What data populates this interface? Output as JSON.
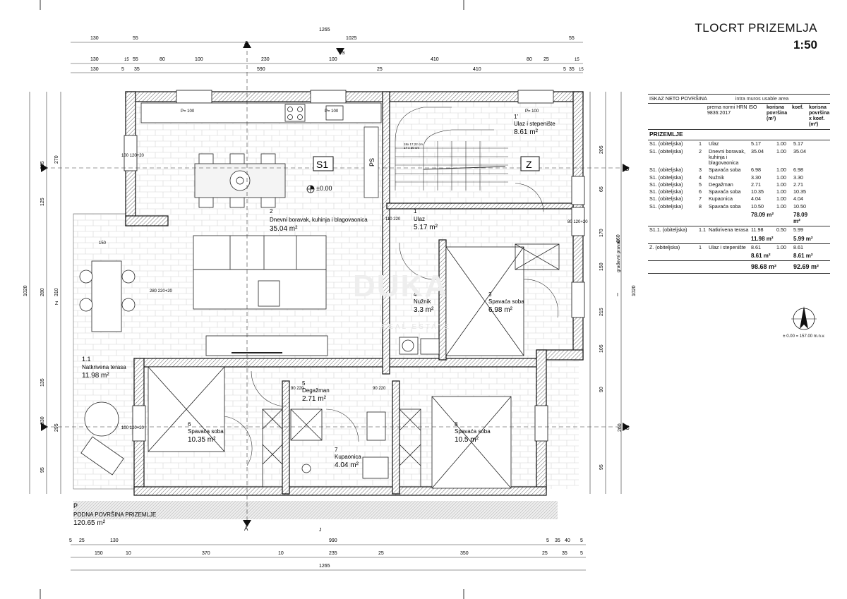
{
  "sheet": {
    "title": "TLOCRT PRIZEMLJA",
    "scale": "1:50"
  },
  "area_table": {
    "title": "ISKAZ NETO POVRŠINA",
    "subtitle": "intra muros usable area",
    "columns": [
      "prema normi HRN ISO 9836:2017",
      "korisna površina (m²)",
      "koef.",
      "korisna površina x koef.(m²)"
    ],
    "section": "PRIZEMLJE",
    "rows": [
      {
        "unit": "S1. (obiteljska)",
        "no": "1",
        "name": "Ulaz",
        "area": "5.17",
        "coef": "1.00",
        "result": "5.17"
      },
      {
        "unit": "S1. (obiteljska)",
        "no": "2",
        "name": "Dnevni boravak, kuhinja i blagovaonica",
        "area": "35.04",
        "coef": "1.00",
        "result": "35.04"
      },
      {
        "unit": "S1. (obiteljska)",
        "no": "3",
        "name": "Spavaća soba",
        "area": "6.98",
        "coef": "1.00",
        "result": "6.98"
      },
      {
        "unit": "S1. (obiteljska)",
        "no": "4",
        "name": "Nužnik",
        "area": "3.30",
        "coef": "1.00",
        "result": "3.30"
      },
      {
        "unit": "S1. (obiteljska)",
        "no": "5",
        "name": "Degažman",
        "area": "2.71",
        "coef": "1.00",
        "result": "2.71"
      },
      {
        "unit": "S1. (obiteljska)",
        "no": "6",
        "name": "Spavaća soba",
        "area": "10.35",
        "coef": "1.00",
        "result": "10.35"
      },
      {
        "unit": "S1. (obiteljska)",
        "no": "7",
        "name": "Kupaonica",
        "area": "4.04",
        "coef": "1.00",
        "result": "4.04"
      },
      {
        "unit": "S1. (obiteljska)",
        "no": "8",
        "name": "Spavaća soba",
        "area": "10.50",
        "coef": "1.00",
        "result": "10.50"
      }
    ],
    "sum1": {
      "area": "78.09 m²",
      "result": "78.09 m²"
    },
    "row_terasa": {
      "unit": "S1.1. (obiteljska)",
      "no": "1.1",
      "name": "Natkrivena terasa",
      "area": "11.98",
      "coef": "0.50",
      "result": "5.99"
    },
    "sum2": {
      "area": "11.98 m²",
      "result": "5.99 m²"
    },
    "row_z": {
      "unit": "Z. (obiteljska)",
      "no": "1",
      "name": "Ulaz i stepenište",
      "area": "8.61",
      "coef": "1.00",
      "result": "8.61"
    },
    "sum3": {
      "area": "8.61 m²",
      "result": "8.61 m²"
    },
    "total": {
      "area": "98.68 m²",
      "result": "92.69 m²"
    }
  },
  "north": {
    "label": "± 0.00 = 157.00 m.n.v."
  },
  "plan": {
    "rooms": [
      {
        "no": "1",
        "name": "Ulaz",
        "area": "5.17 m²"
      },
      {
        "no": "2",
        "name": "Dnevni boravak, kuhinja i blagovaonica",
        "area": "35.04 m²"
      },
      {
        "no": "3",
        "name": "Spavaća soba",
        "area": "6.98 m²"
      },
      {
        "no": "4",
        "name": "Nužnik",
        "area": "3.3 m²"
      },
      {
        "no": "5",
        "name": "Degažman",
        "area": "2.71 m²"
      },
      {
        "no": "6",
        "name": "Spavaća soba",
        "area": "10.35 m²"
      },
      {
        "no": "7",
        "name": "Kupaonica",
        "area": "4.04 m²"
      },
      {
        "no": "8",
        "name": "Spavaća soba",
        "area": "10.5 m²"
      },
      {
        "no": "1.1",
        "name": "Natkrivena terasa",
        "area": "11.98 m²"
      },
      {
        "no": "1'",
        "name": "Ulaz i stepenište",
        "area": "8.61 m²"
      }
    ],
    "unit_tag_s1": "S1",
    "unit_tag_z": "Z",
    "ps_label": "PS",
    "level_mark": "±0.00",
    "floor_label": "PODNA POVRŠINA PRIZEMLJE",
    "floor_area": "120.65 m²",
    "watermark": "DUKA",
    "watermark_sub": "REAL ESTATE",
    "p_mark": "P",
    "section_marks": {
      "A": "A",
      "B": "B",
      "C": "C",
      "S": "S",
      "J": "J",
      "I": "I",
      "Z": "Z"
    },
    "building_line": "građevni pravac",
    "dims_top1": {
      "total": "1265",
      "a": "130",
      "b": "55",
      "c": "1025",
      "d": "55"
    },
    "dims_top2": [
      "130",
      "15",
      "55",
      "80",
      "100",
      "230",
      "100",
      "410",
      "80",
      "25",
      "15"
    ],
    "dims_top3": [
      "130",
      "5",
      "35",
      "590",
      "25",
      "410",
      "5",
      "35",
      "15"
    ],
    "dims_bottom1": [
      "5",
      "25",
      "130",
      "990",
      "5",
      "35",
      "40",
      "5"
    ],
    "dims_bottom2": [
      "150",
      "10",
      "370",
      "10",
      "235",
      "25",
      "350",
      "25",
      "35",
      "5"
    ],
    "dims_bottom_total": "1265",
    "dims_left_total": "1020",
    "dims_left_outer": [
      "305",
      "125",
      "280",
      "135",
      "330",
      "95"
    ],
    "dims_left_inner": [
      "270",
      "310",
      "295"
    ],
    "dims_right_outer": [
      "660",
      "1020"
    ],
    "dims_right_inner": [
      "205",
      "65",
      "170",
      "150",
      "215",
      "105",
      "90",
      "260",
      "95"
    ],
    "window_labels": [
      "100 120+20",
      "P= 100",
      "150",
      "280 220+20",
      "80 120+20",
      "110 220",
      "90 220"
    ],
    "stair_note": "18x 17,22 cm\n17 x 30 cm",
    "p_labels": [
      "P= 100",
      "P= 100",
      "P= 100"
    ]
  }
}
